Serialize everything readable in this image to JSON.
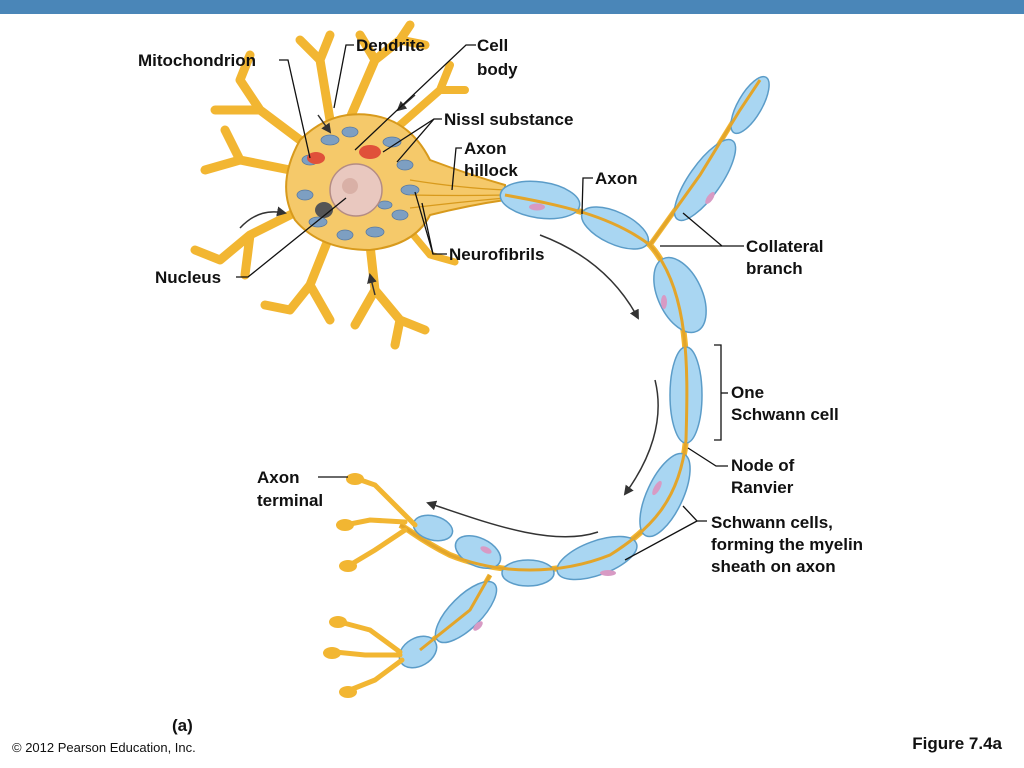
{
  "colors": {
    "header_bar": "#4a86b8",
    "neuron_yellow": "#f2b632",
    "neuron_outline": "#d89a1c",
    "cell_body_fill": "#f5c96a",
    "myelin_blue": "#a9d6f2",
    "myelin_outline": "#5b9cc8",
    "schwann_nucleus": "#d89ac4",
    "nucleus_fill": "#e9c8bf",
    "nissl_blue": "#7d9fc2",
    "mitochondrion_red": "#e0503a",
    "leader_line": "#111111"
  },
  "labels": {
    "dendrite": "Dendrite",
    "cell_body_1": "Cell",
    "cell_body_2": "body",
    "mitochondrion": "Mitochondrion",
    "nissl": "Nissl substance",
    "axon_hillock_1": "Axon",
    "axon_hillock_2": "hillock",
    "axon": "Axon",
    "neurofibrils": "Neurofibrils",
    "collateral_1": "Collateral",
    "collateral_2": "branch",
    "nucleus": "Nucleus",
    "schwann_one_1": "One",
    "schwann_one_2": "Schwann cell",
    "node_1": "Node of",
    "node_2": "Ranvier",
    "terminal_1": "Axon",
    "terminal_2": "terminal",
    "myelin_1": "Schwann cells,",
    "myelin_2": "forming the myelin",
    "myelin_3": "sheath on axon"
  },
  "footer": {
    "panel": "(a)",
    "copyright": "© 2012 Pearson Education, Inc.",
    "figure": "Figure 7.4a"
  }
}
